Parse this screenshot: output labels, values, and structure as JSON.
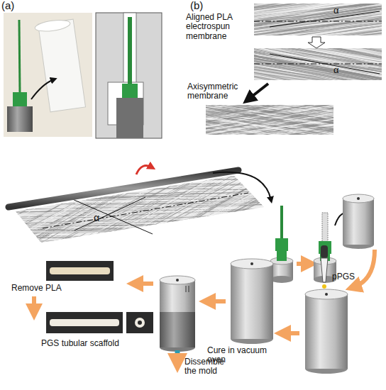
{
  "diagram": {
    "labels": [
      "(a)",
      "(b)",
      "Aligned PLA electrospun membrane",
      "α",
      "α",
      "Axisymmetric membrane",
      "α",
      "pPGS",
      "Cure in vacuum oven",
      "Dissemble the mold",
      "Remove PLA",
      "PGS tubular scaffold"
    ]
  }
}
